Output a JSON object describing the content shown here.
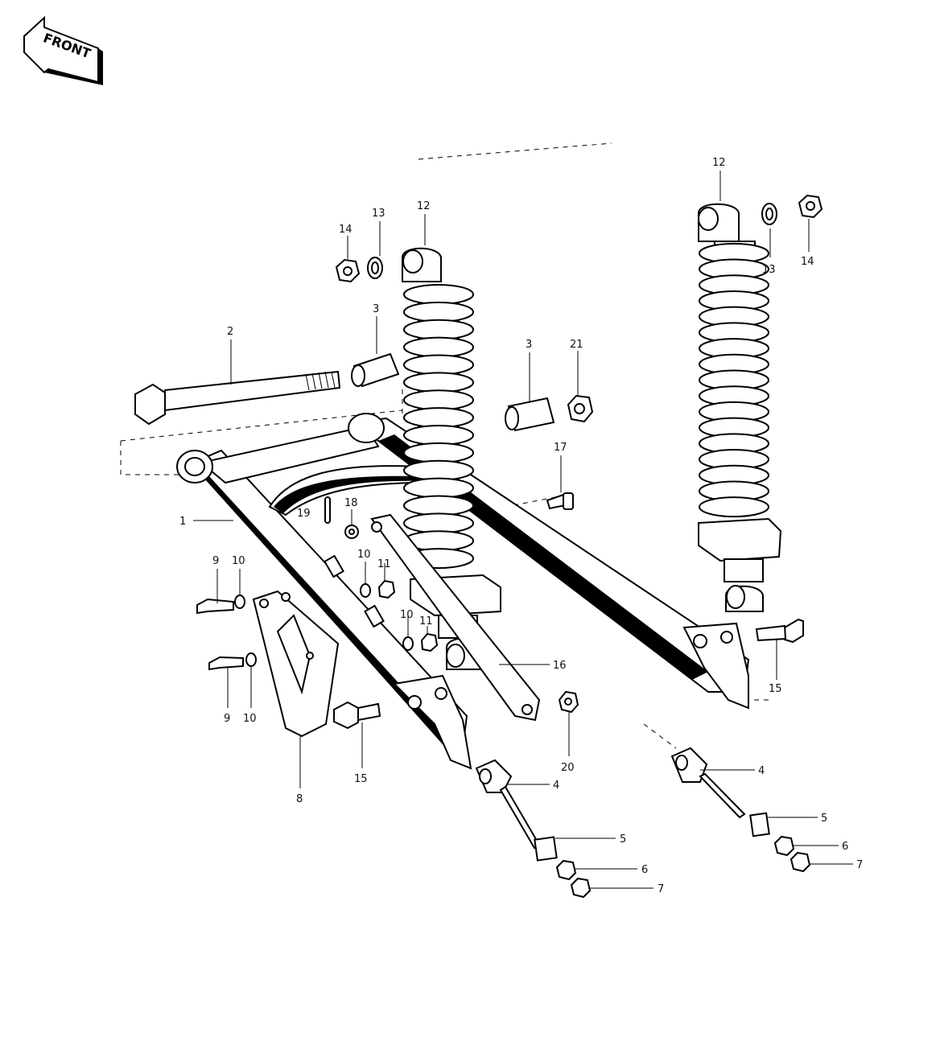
{
  "front_label": "FRONT",
  "callouts": [
    {
      "id": "1",
      "label": "1"
    },
    {
      "id": "2",
      "label": "2"
    },
    {
      "id": "3a",
      "label": "3"
    },
    {
      "id": "3b",
      "label": "3"
    },
    {
      "id": "4a",
      "label": "4"
    },
    {
      "id": "4b",
      "label": "4"
    },
    {
      "id": "5a",
      "label": "5"
    },
    {
      "id": "5b",
      "label": "5"
    },
    {
      "id": "6a",
      "label": "6"
    },
    {
      "id": "6b",
      "label": "6"
    },
    {
      "id": "7a",
      "label": "7"
    },
    {
      "id": "7b",
      "label": "7"
    },
    {
      "id": "8",
      "label": "8"
    },
    {
      "id": "9a",
      "label": "9"
    },
    {
      "id": "9b",
      "label": "9"
    },
    {
      "id": "10a",
      "label": "10"
    },
    {
      "id": "10b",
      "label": "10"
    },
    {
      "id": "10c",
      "label": "10"
    },
    {
      "id": "10d",
      "label": "10"
    },
    {
      "id": "11a",
      "label": "11"
    },
    {
      "id": "11b",
      "label": "11"
    },
    {
      "id": "12a",
      "label": "12"
    },
    {
      "id": "12b",
      "label": "12"
    },
    {
      "id": "13a",
      "label": "13"
    },
    {
      "id": "13b",
      "label": "13"
    },
    {
      "id": "14a",
      "label": "14"
    },
    {
      "id": "14b",
      "label": "14"
    },
    {
      "id": "15a",
      "label": "15"
    },
    {
      "id": "15b",
      "label": "15"
    },
    {
      "id": "16",
      "label": "16"
    },
    {
      "id": "17",
      "label": "17"
    },
    {
      "id": "18",
      "label": "18"
    },
    {
      "id": "19",
      "label": "19"
    },
    {
      "id": "20",
      "label": "20"
    },
    {
      "id": "21",
      "label": "21"
    }
  ]
}
